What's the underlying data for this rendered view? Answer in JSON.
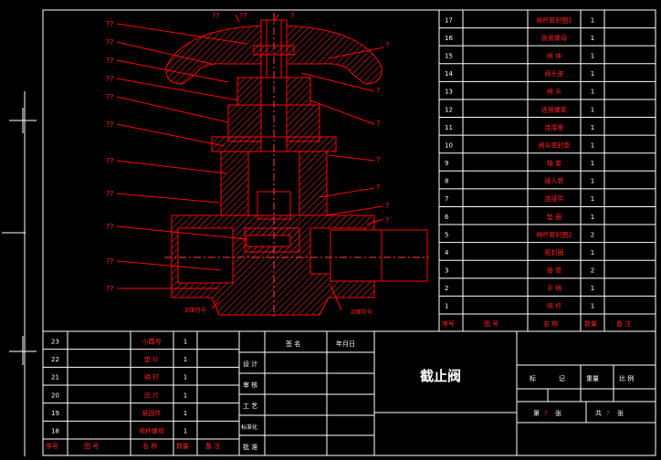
{
  "drawing": {
    "title": "截止阀",
    "callout_mark": "??",
    "callout_mark_short": "?",
    "label_left_bottom": "剖面符号",
    "label_right_bottom": "剖面符号"
  },
  "parts_list_right": {
    "header": {
      "seq": "序号",
      "code": "图 号",
      "name": "名 称",
      "qty": "数量",
      "note": "备 注"
    },
    "rows": [
      {
        "no": "17",
        "name": "阀杆密封圈1",
        "qty": "1"
      },
      {
        "no": "16",
        "name": "锁紧螺母",
        "qty": "1"
      },
      {
        "no": "15",
        "name": "阀 体",
        "qty": "1"
      },
      {
        "no": "14",
        "name": "阀头座",
        "qty": "1"
      },
      {
        "no": "13",
        "name": "阀 头",
        "qty": "1"
      },
      {
        "no": "12",
        "name": "连接螺套",
        "qty": "1"
      },
      {
        "no": "11",
        "name": "连接座",
        "qty": "1"
      },
      {
        "no": "10",
        "name": "阀头密封垫",
        "qty": "1"
      },
      {
        "no": "9",
        "name": "轴 套",
        "qty": "1"
      },
      {
        "no": "8",
        "name": "接入管",
        "qty": "1"
      },
      {
        "no": "7",
        "name": "连接件",
        "qty": "1"
      },
      {
        "no": "6",
        "name": "垫 圈",
        "qty": "1"
      },
      {
        "no": "5",
        "name": "阀杆密封圈2",
        "qty": "2"
      },
      {
        "no": "4",
        "name": "密封圈",
        "qty": "1"
      },
      {
        "no": "3",
        "name": "接 管",
        "qty": "2"
      },
      {
        "no": "2",
        "name": "手 柄",
        "qty": "1"
      },
      {
        "no": "1",
        "name": "阀 杆",
        "qty": "1"
      }
    ]
  },
  "parts_list_bottom": {
    "header": {
      "seq": "序号",
      "code": "图 号",
      "name": "名 称",
      "qty": "数量",
      "note": "备 注"
    },
    "rows": [
      {
        "no": "23",
        "name": "小圆母",
        "qty": "1"
      },
      {
        "no": "22",
        "name": "垫 片",
        "qty": "1"
      },
      {
        "no": "21",
        "name": "销 钉",
        "qty": "1"
      },
      {
        "no": "20",
        "name": "压 片",
        "qty": "1"
      },
      {
        "no": "19",
        "name": "紧固件",
        "qty": "1"
      },
      {
        "no": "18",
        "name": "阀杆螺母",
        "qty": "1"
      }
    ]
  },
  "sign_block": {
    "design": "设 计",
    "review": "审 核",
    "process": "工 艺",
    "standard": "标准化",
    "approve": "批 准",
    "signature": "签 名",
    "date": "年月日"
  },
  "title_block": {
    "mark": "标",
    "note": "记",
    "weight": "重量",
    "scale": "比 例",
    "sheet_total": "共",
    "sheet_no": "第",
    "sheet_word": "张",
    "sheet_q1": "?",
    "sheet_q2": "?"
  },
  "colors": {
    "line": "#ffffff",
    "part": "#ff0000",
    "hatch": "#ff3333",
    "text": "#ff2020"
  }
}
